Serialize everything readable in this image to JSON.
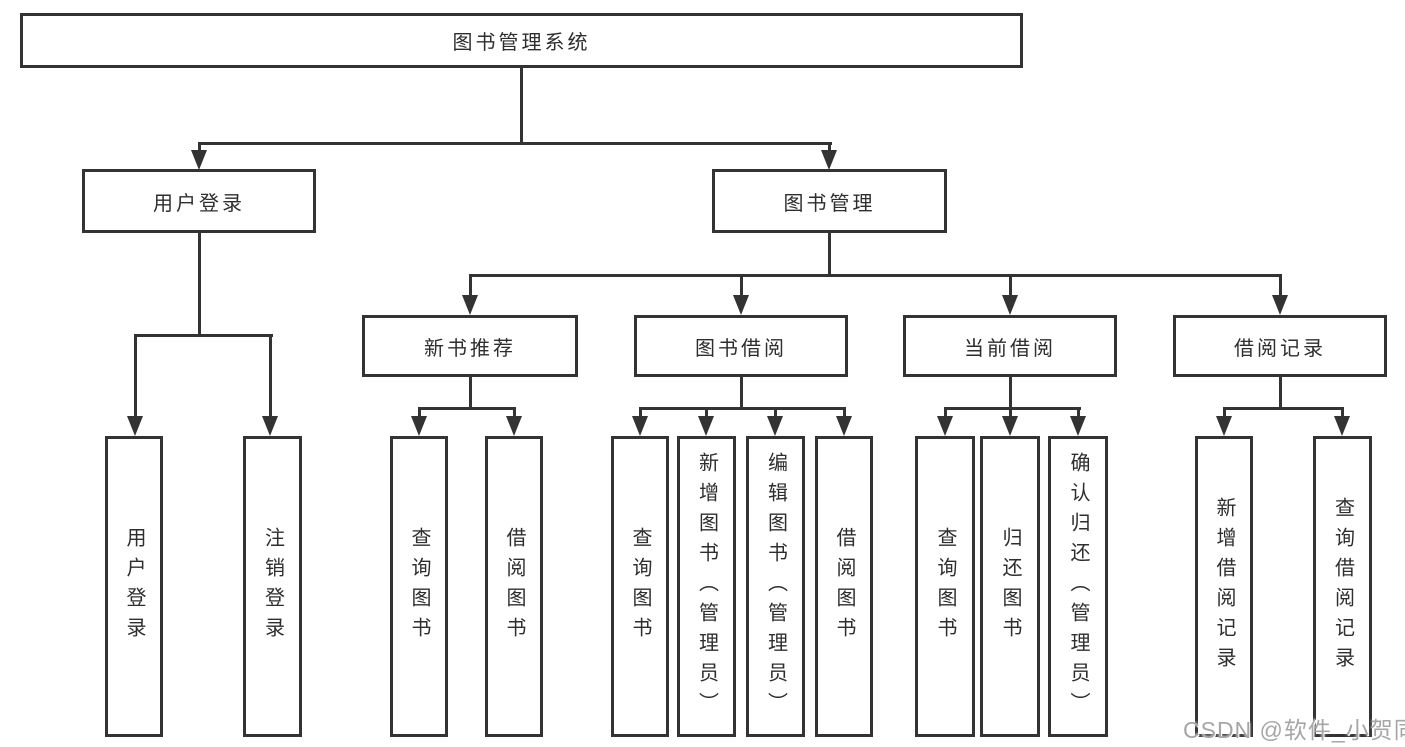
{
  "diagram": {
    "root": {
      "label": "图书管理系统"
    },
    "level1": {
      "user_login": {
        "label": "用户登录"
      },
      "book_manage": {
        "label": "图书管理"
      }
    },
    "user_login_children": [
      "用户登录",
      "注销登录"
    ],
    "manage_sections": [
      {
        "label": "新书推荐",
        "children": [
          "查询图书",
          "借阅图书"
        ]
      },
      {
        "label": "图书借阅",
        "children": [
          "查询图书",
          "新增图书（管理员）",
          "编辑图书（管理员）",
          "借阅图书"
        ]
      },
      {
        "label": "当前借阅",
        "children": [
          "查询图书",
          "归还图书",
          "确认归还（管理员）"
        ]
      },
      {
        "label": "借阅记录",
        "children": [
          "新增借阅记录",
          "查询借阅记录"
        ]
      }
    ]
  },
  "watermark": "CSDN @软件_小贺同学",
  "colors": {
    "line": "#333333",
    "text": "#2e2e2e",
    "watermark": "#a6a6a6",
    "background": "#ffffff"
  }
}
